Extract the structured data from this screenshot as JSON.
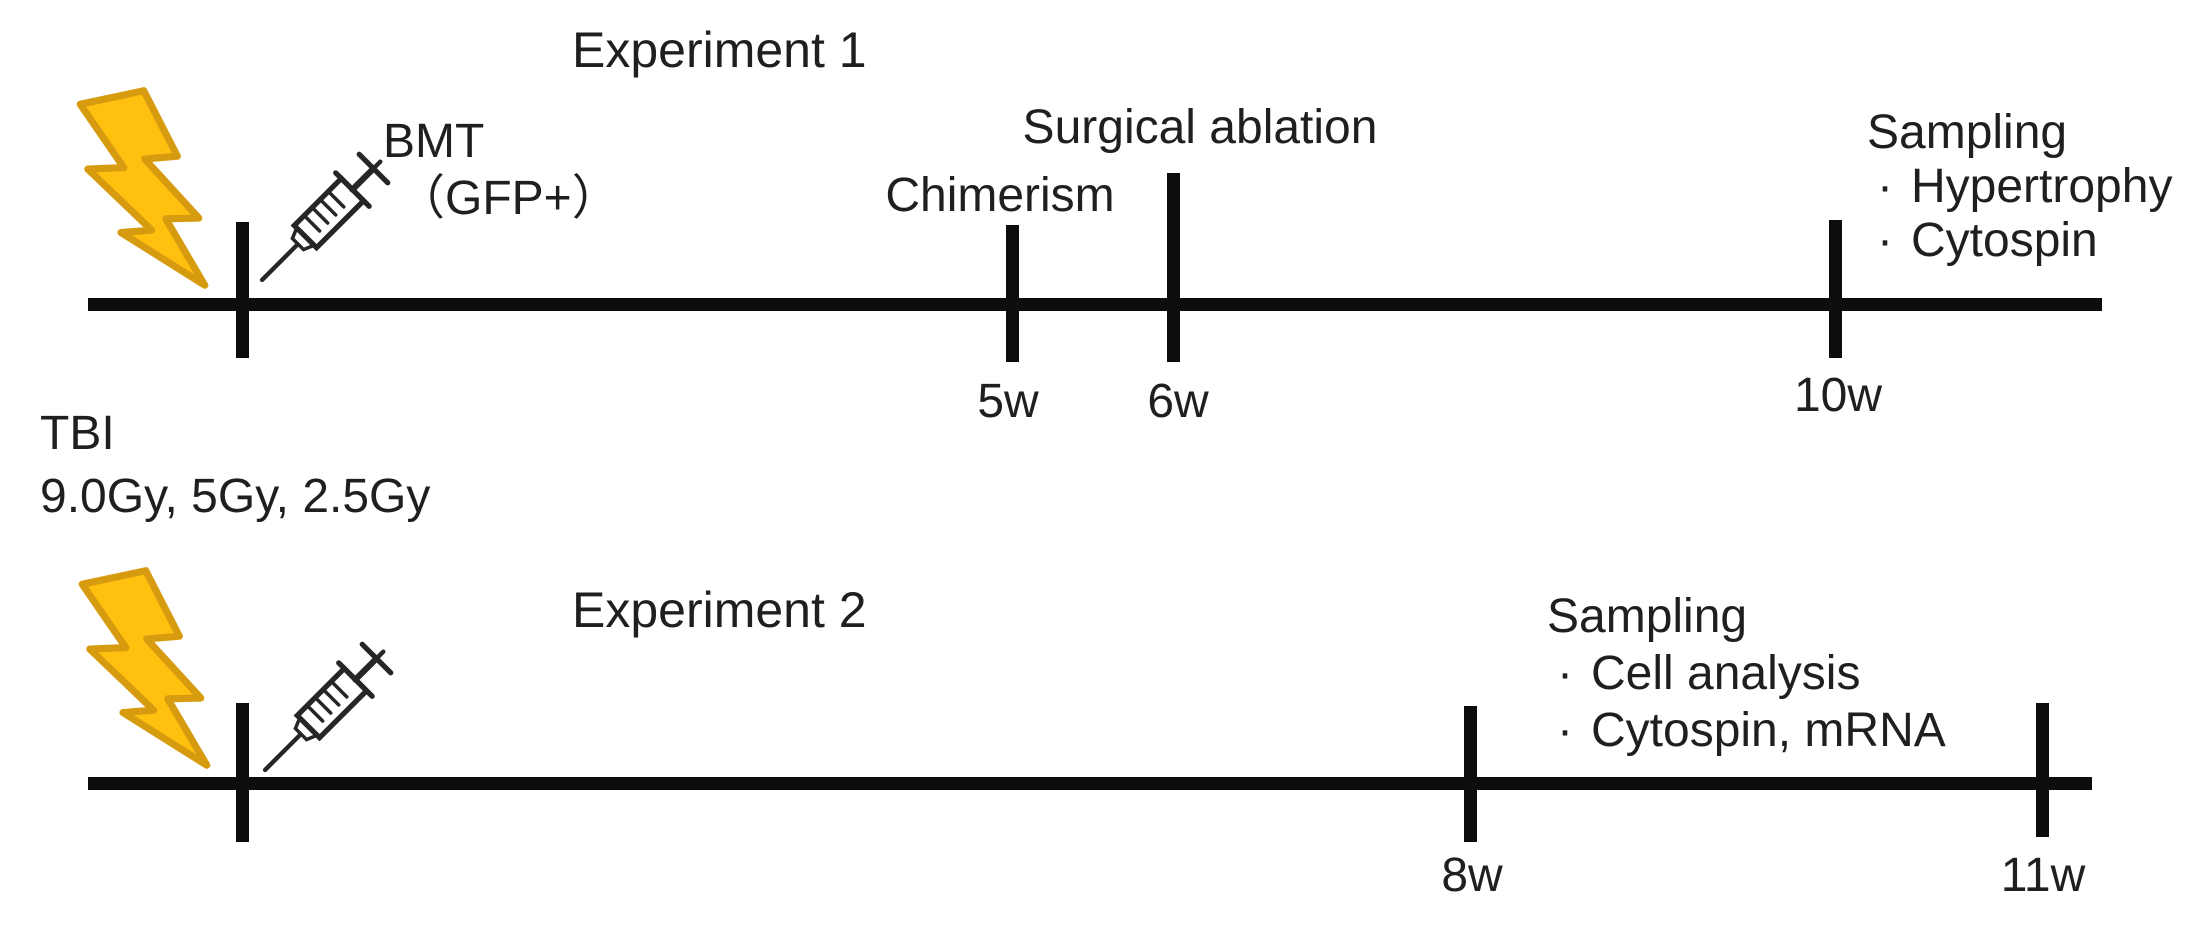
{
  "colors": {
    "background": "#ffffff",
    "text": "#1f1f1f",
    "timeline": "#0d0d0d",
    "bolt_fill": "#FFC010",
    "bolt_stroke": "#D79B10",
    "syringe_stroke": "#262626"
  },
  "icons": {
    "tbi_bolt": "lightning-bolt",
    "bmt_syringe": "syringe"
  },
  "experiment1": {
    "title": "Experiment 1",
    "bmt_label": "BMT",
    "bmt_note": "（GFP+）",
    "tbi_label": "TBI",
    "tbi_doses": "9.0Gy, 5Gy, 2.5Gy",
    "events": {
      "chimerism": {
        "label": "Chimerism",
        "week": "5w"
      },
      "surgical": {
        "label": "Surgical ablation",
        "week": "6w"
      },
      "sampling": {
        "title": "Sampling",
        "bullet": "·",
        "items": [
          "Hypertrophy",
          "Cytospin"
        ],
        "week": "10w"
      }
    }
  },
  "experiment2": {
    "title": "Experiment 2",
    "sampling": {
      "title": "Sampling",
      "bullet": "·",
      "items": [
        "Cell analysis",
        "Cytospin, mRNA"
      ],
      "week": "8w"
    },
    "end_week": "11w"
  }
}
